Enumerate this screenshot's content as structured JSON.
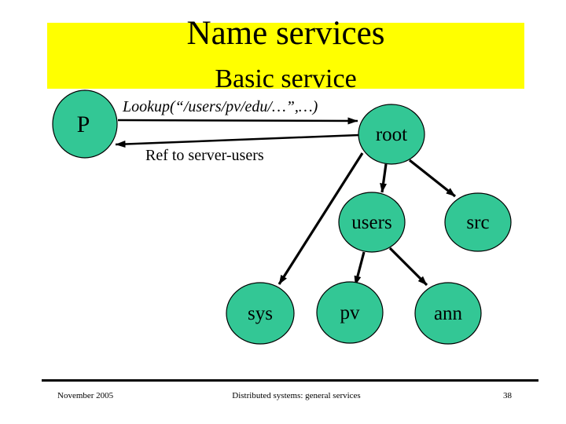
{
  "title_banner": {
    "title": "Name services",
    "subtitle": "Basic service",
    "bg_color": "#ffff00"
  },
  "diagram": {
    "lookup_label": "Lookup(“/users/pv/edu/…”,…)",
    "ref_label": "Ref to server-users",
    "node_fill": "#33c795",
    "nodes": {
      "p": {
        "label": "P"
      },
      "root": {
        "label": "root"
      },
      "users": {
        "label": "users"
      },
      "src": {
        "label": "src"
      },
      "sys": {
        "label": "sys"
      },
      "pv": {
        "label": "pv"
      },
      "ann": {
        "label": "ann"
      }
    }
  },
  "footer": {
    "date": "November 2005",
    "center_text": "Distributed systems: general services",
    "page_number": "38"
  }
}
